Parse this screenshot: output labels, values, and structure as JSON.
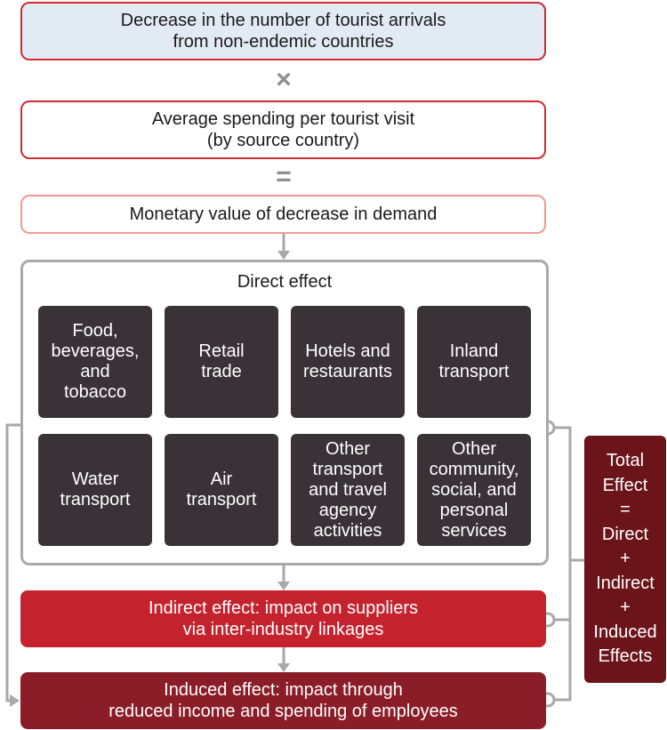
{
  "formula": {
    "arrivals": "Decrease in the number of tourist arrivals\nfrom non-endemic countries",
    "times_symbol": "×",
    "spending": "Average spending per tourist visit\n(by source country)",
    "equals_symbol": "=",
    "monetary_value": "Monetary value of decrease in demand"
  },
  "direct_effect": {
    "title": "Direct effect",
    "sectors": [
      "Food,\nbeverages,\nand\ntobacco",
      "Retail\ntrade",
      "Hotels and\nrestaurants",
      "Inland\ntransport",
      "Water\ntransport",
      "Air\ntransport",
      "Other\ntransport\nand travel\nagency\nactivities",
      "Other\ncommunity,\nsocial, and\npersonal\nservices"
    ]
  },
  "indirect_effect": "Indirect effect: impact on suppliers\nvia inter-industry linkages",
  "induced_effect": "Induced effect: impact through\nreduced income and spending of employees",
  "total_effect": "Total\nEffect\n=\nDirect\n+\nIndirect\n+\nInduced\nEffects",
  "colors": {
    "first_box_fill": "#e2ebf3",
    "box_border": "#d12a33",
    "sector_tile": "#3a3236",
    "indirect": "#c4232e",
    "induced": "#8a1d27",
    "total": "#6b1419",
    "connector": "#a9a9ad"
  }
}
